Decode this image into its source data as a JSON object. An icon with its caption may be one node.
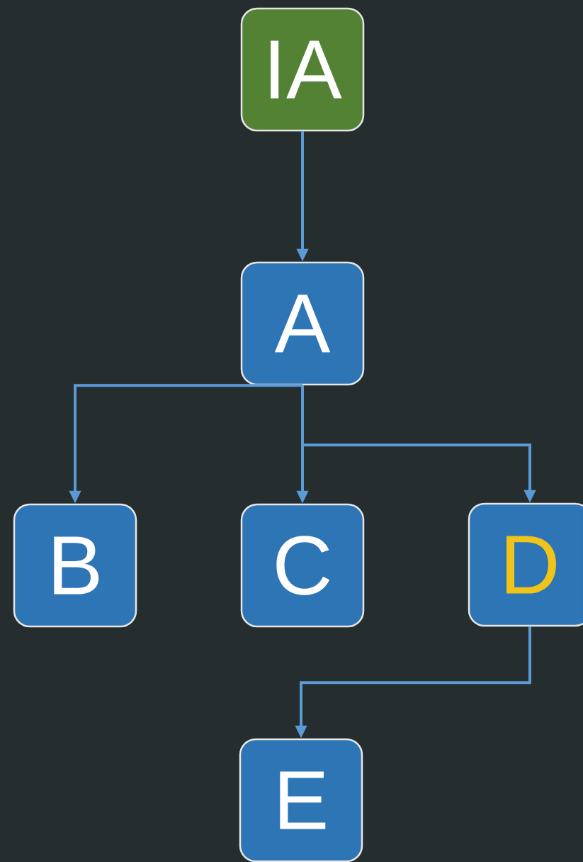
{
  "diagram": {
    "nodes": [
      {
        "text": [
          "IA"
        ]
      },
      {
        "text": [
          "A"
        ]
      },
      {
        "text": [
          "B"
        ]
      },
      {
        "text": [
          "C"
        ]
      },
      {
        "text": [
          "D"
        ]
      },
      {
        "text": [
          "E"
        ]
      }
    ],
    "edges": [
      {
        "from": 0,
        "to": 1,
        "arrow": "to"
      },
      {
        "from": 1,
        "to": 2,
        "arrow": "to"
      },
      {
        "from": 1,
        "to": 3,
        "arrow": "to"
      },
      {
        "from": 1,
        "to": 4,
        "arrow": "to"
      },
      {
        "from": 4,
        "to": 5,
        "arrow": "to"
      }
    ]
  }
}
